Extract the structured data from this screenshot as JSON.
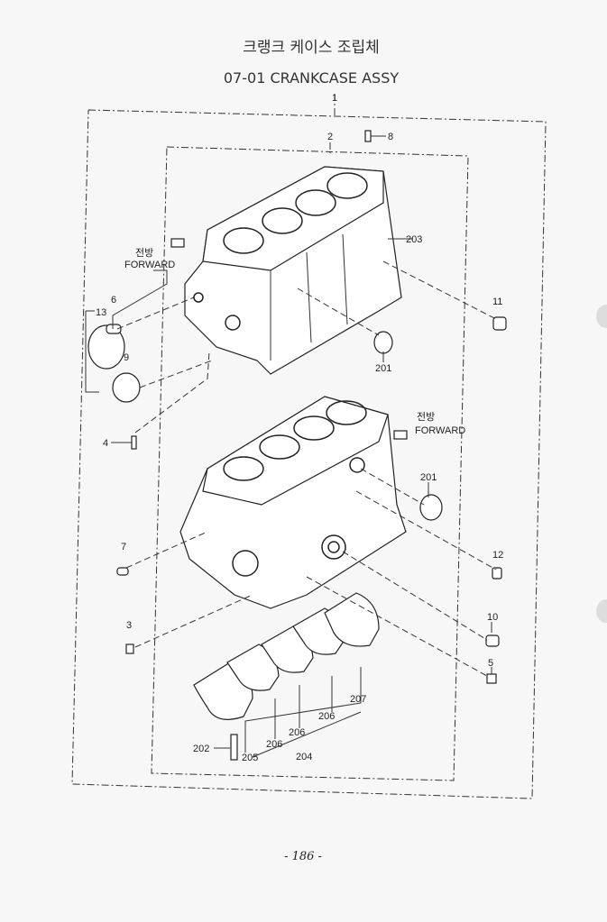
{
  "header": {
    "title_korean": "크랭크 케이스 조립체",
    "title": "07-01 CRANKCASE ASSY"
  },
  "direction_labels": [
    {
      "korean": "전방",
      "english": "FORWARD"
    },
    {
      "korean": "전방",
      "english": "FORWARD"
    }
  ],
  "part_numbers": {
    "p1": "1",
    "p2": "2",
    "p8": "8",
    "p203": "203",
    "p11": "11",
    "p201a": "201",
    "p6": "6",
    "p13": "13",
    "p9": "9",
    "p4": "4",
    "p201b": "201",
    "p7": "7",
    "p12": "12",
    "p3": "3",
    "p10": "10",
    "p5": "5",
    "p207": "207",
    "p206a": "206",
    "p206b": "206",
    "p206c": "206",
    "p204": "204",
    "p205": "205",
    "p202": "202"
  },
  "footer": {
    "page": "- 186 -"
  }
}
